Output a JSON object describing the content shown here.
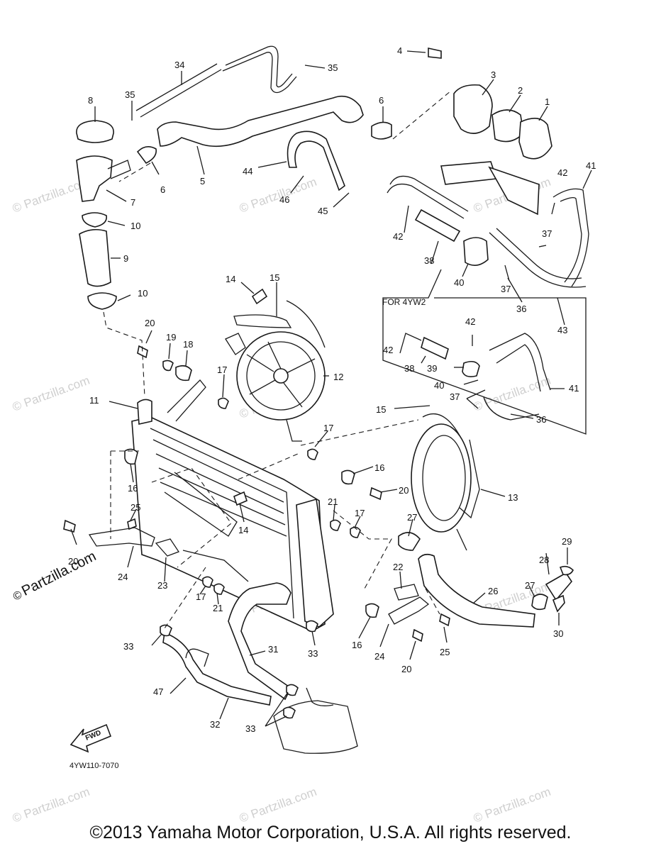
{
  "copyright": "©2013 Yamaha Motor Corporation, U.S.A. All rights reserved.",
  "watermark": "© Partzilla.com",
  "side_watermark": {
    "symbol": "©",
    "text": "Partzilla.com"
  },
  "diagram_code": "4YW110-7070",
  "variant_label": "FOR 4YW2",
  "fwd_label": "FWD",
  "callouts": [
    "1",
    "2",
    "3",
    "4",
    "5",
    "6",
    "6",
    "7",
    "8",
    "9",
    "10",
    "10",
    "11",
    "12",
    "13",
    "14",
    "14",
    "15",
    "15",
    "16",
    "16",
    "16",
    "17",
    "17",
    "17",
    "17",
    "18",
    "19",
    "20",
    "20",
    "20",
    "20",
    "21",
    "21",
    "22",
    "23",
    "24",
    "24",
    "25",
    "25",
    "26",
    "27",
    "27",
    "28",
    "29",
    "30",
    "31",
    "32",
    "33",
    "33",
    "33",
    "34",
    "35",
    "35",
    "36",
    "36",
    "37",
    "37",
    "37",
    "38",
    "38",
    "39",
    "40",
    "40",
    "41",
    "41",
    "42",
    "42",
    "42",
    "42",
    "43",
    "44",
    "45",
    "46",
    "47"
  ]
}
